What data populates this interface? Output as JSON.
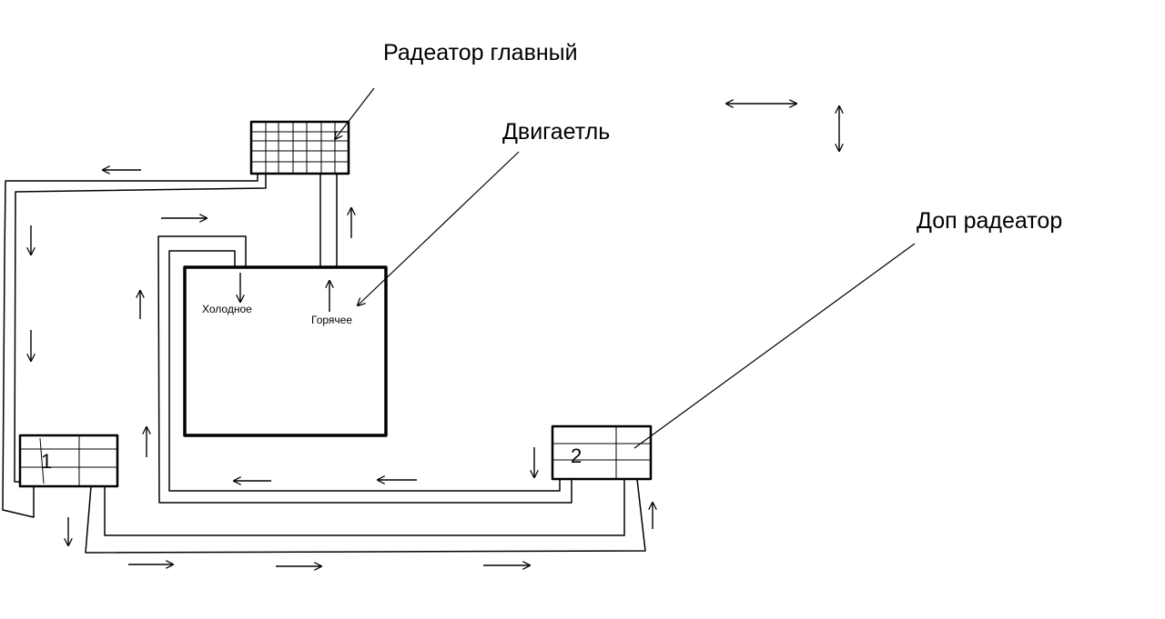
{
  "labels": {
    "main_radiator": "Радеатор главный",
    "engine": "Двигаетль",
    "extra_radiator": "Доп радеатор",
    "cold": "Холодное",
    "hot": "Горячее",
    "radiator_1": "1",
    "radiator_2": "2"
  },
  "colors": {
    "ink": "#000000",
    "background": "#ffffff"
  }
}
